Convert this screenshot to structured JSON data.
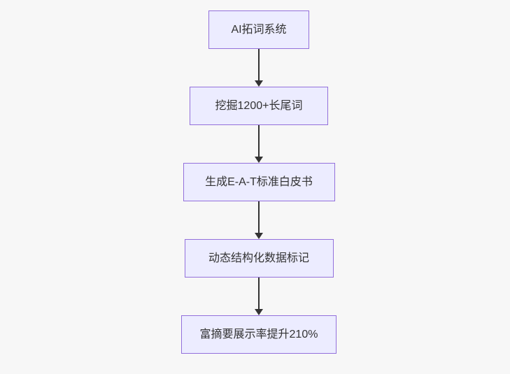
{
  "diagram": {
    "type": "flowchart",
    "direction": "top-down",
    "nodes": [
      {
        "id": "n1",
        "label": "AI拓词系统"
      },
      {
        "id": "n2",
        "label": "挖掘1200+长尾词"
      },
      {
        "id": "n3",
        "label": "生成E-A-T标准白皮书"
      },
      {
        "id": "n4",
        "label": "动态结构化数据标记"
      },
      {
        "id": "n5",
        "label": "富摘要展示率提升210%"
      }
    ],
    "edges": [
      {
        "from": "n1",
        "to": "n2"
      },
      {
        "from": "n2",
        "to": "n3"
      },
      {
        "from": "n3",
        "to": "n4"
      },
      {
        "from": "n4",
        "to": "n5"
      }
    ],
    "colors": {
      "background": "#f7f7f7",
      "node_fill": "#ECECFF",
      "node_border": "#9370DB",
      "arrow": "#333333",
      "text": "#333333"
    }
  }
}
